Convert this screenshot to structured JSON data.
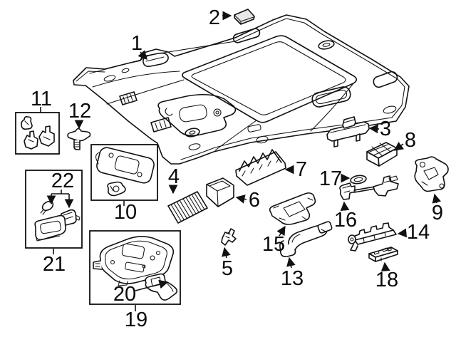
{
  "colors": {
    "background": "#ffffff",
    "line": "#111111",
    "label_text": "#0a0a0a",
    "shade": "#e7e7e7"
  },
  "diagram": {
    "kind": "exploded-parts-diagram",
    "subject": "vehicle headliner and overhead interior trim"
  },
  "callouts": [
    {
      "number": "1",
      "part": "headliner-panel"
    },
    {
      "number": "2",
      "part": "mounting-pad"
    },
    {
      "number": "3",
      "part": "sun-visor-support"
    },
    {
      "number": "4",
      "part": "ribbed-pad"
    },
    {
      "number": "5",
      "part": "clip"
    },
    {
      "number": "6",
      "part": "retainer-box"
    },
    {
      "number": "7",
      "part": "finned-retainer"
    },
    {
      "number": "8",
      "part": "wedge-bracket"
    },
    {
      "number": "9",
      "part": "side-bracket"
    },
    {
      "number": "10",
      "part": "sun-visor-kit"
    },
    {
      "number": "11",
      "part": "clip-set"
    },
    {
      "number": "12",
      "part": "trim-clip"
    },
    {
      "number": "13",
      "part": "grab-handle"
    },
    {
      "number": "14",
      "part": "rail-bracket"
    },
    {
      "number": "15",
      "part": "console-bracket"
    },
    {
      "number": "16",
      "part": "rod-linkage"
    },
    {
      "number": "17",
      "part": "grommet"
    },
    {
      "number": "18",
      "part": "electronic-module"
    },
    {
      "number": "19",
      "part": "overhead-console-kit"
    },
    {
      "number": "20",
      "part": "console-clip"
    },
    {
      "number": "21",
      "part": "lamp-assembly-kit"
    },
    {
      "number": "22",
      "part": "bulb-and-socket"
    }
  ]
}
